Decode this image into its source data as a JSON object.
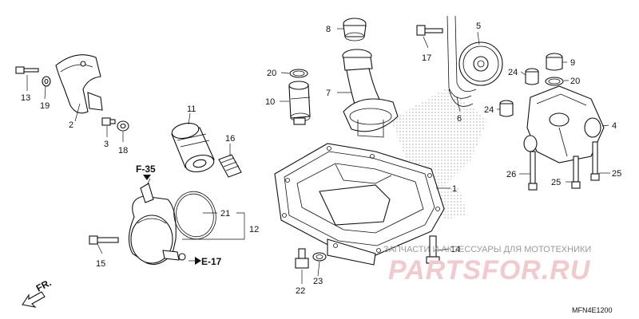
{
  "diagram": {
    "callouts": {
      "c1": "1",
      "c2": "2",
      "c3": "3",
      "c4": "4",
      "c5": "5",
      "c6": "6",
      "c7": "7",
      "c8": "8",
      "c9": "9",
      "c10": "10",
      "c11": "11",
      "c12": "12",
      "c13": "13",
      "c14": "14",
      "c15": "15",
      "c16": "16",
      "c17": "17",
      "c18": "18",
      "c19": "19",
      "c20a": "20",
      "c20b": "20",
      "c21": "21",
      "c22": "22",
      "c23": "23",
      "c24a": "24",
      "c24b": "24",
      "c25a": "25",
      "c25b": "25",
      "c26": "26"
    },
    "refs": {
      "f35": "F-35",
      "e17": "E-17"
    },
    "direction_label": "FR.",
    "diagram_code": "MFN4E1200"
  },
  "watermark": {
    "caption": "ЗАПЧАСТИ И АКСЕССУАРЫ ДЛЯ МОТОТЕХНИКИ",
    "brand": "PARTSFOR.RU"
  }
}
